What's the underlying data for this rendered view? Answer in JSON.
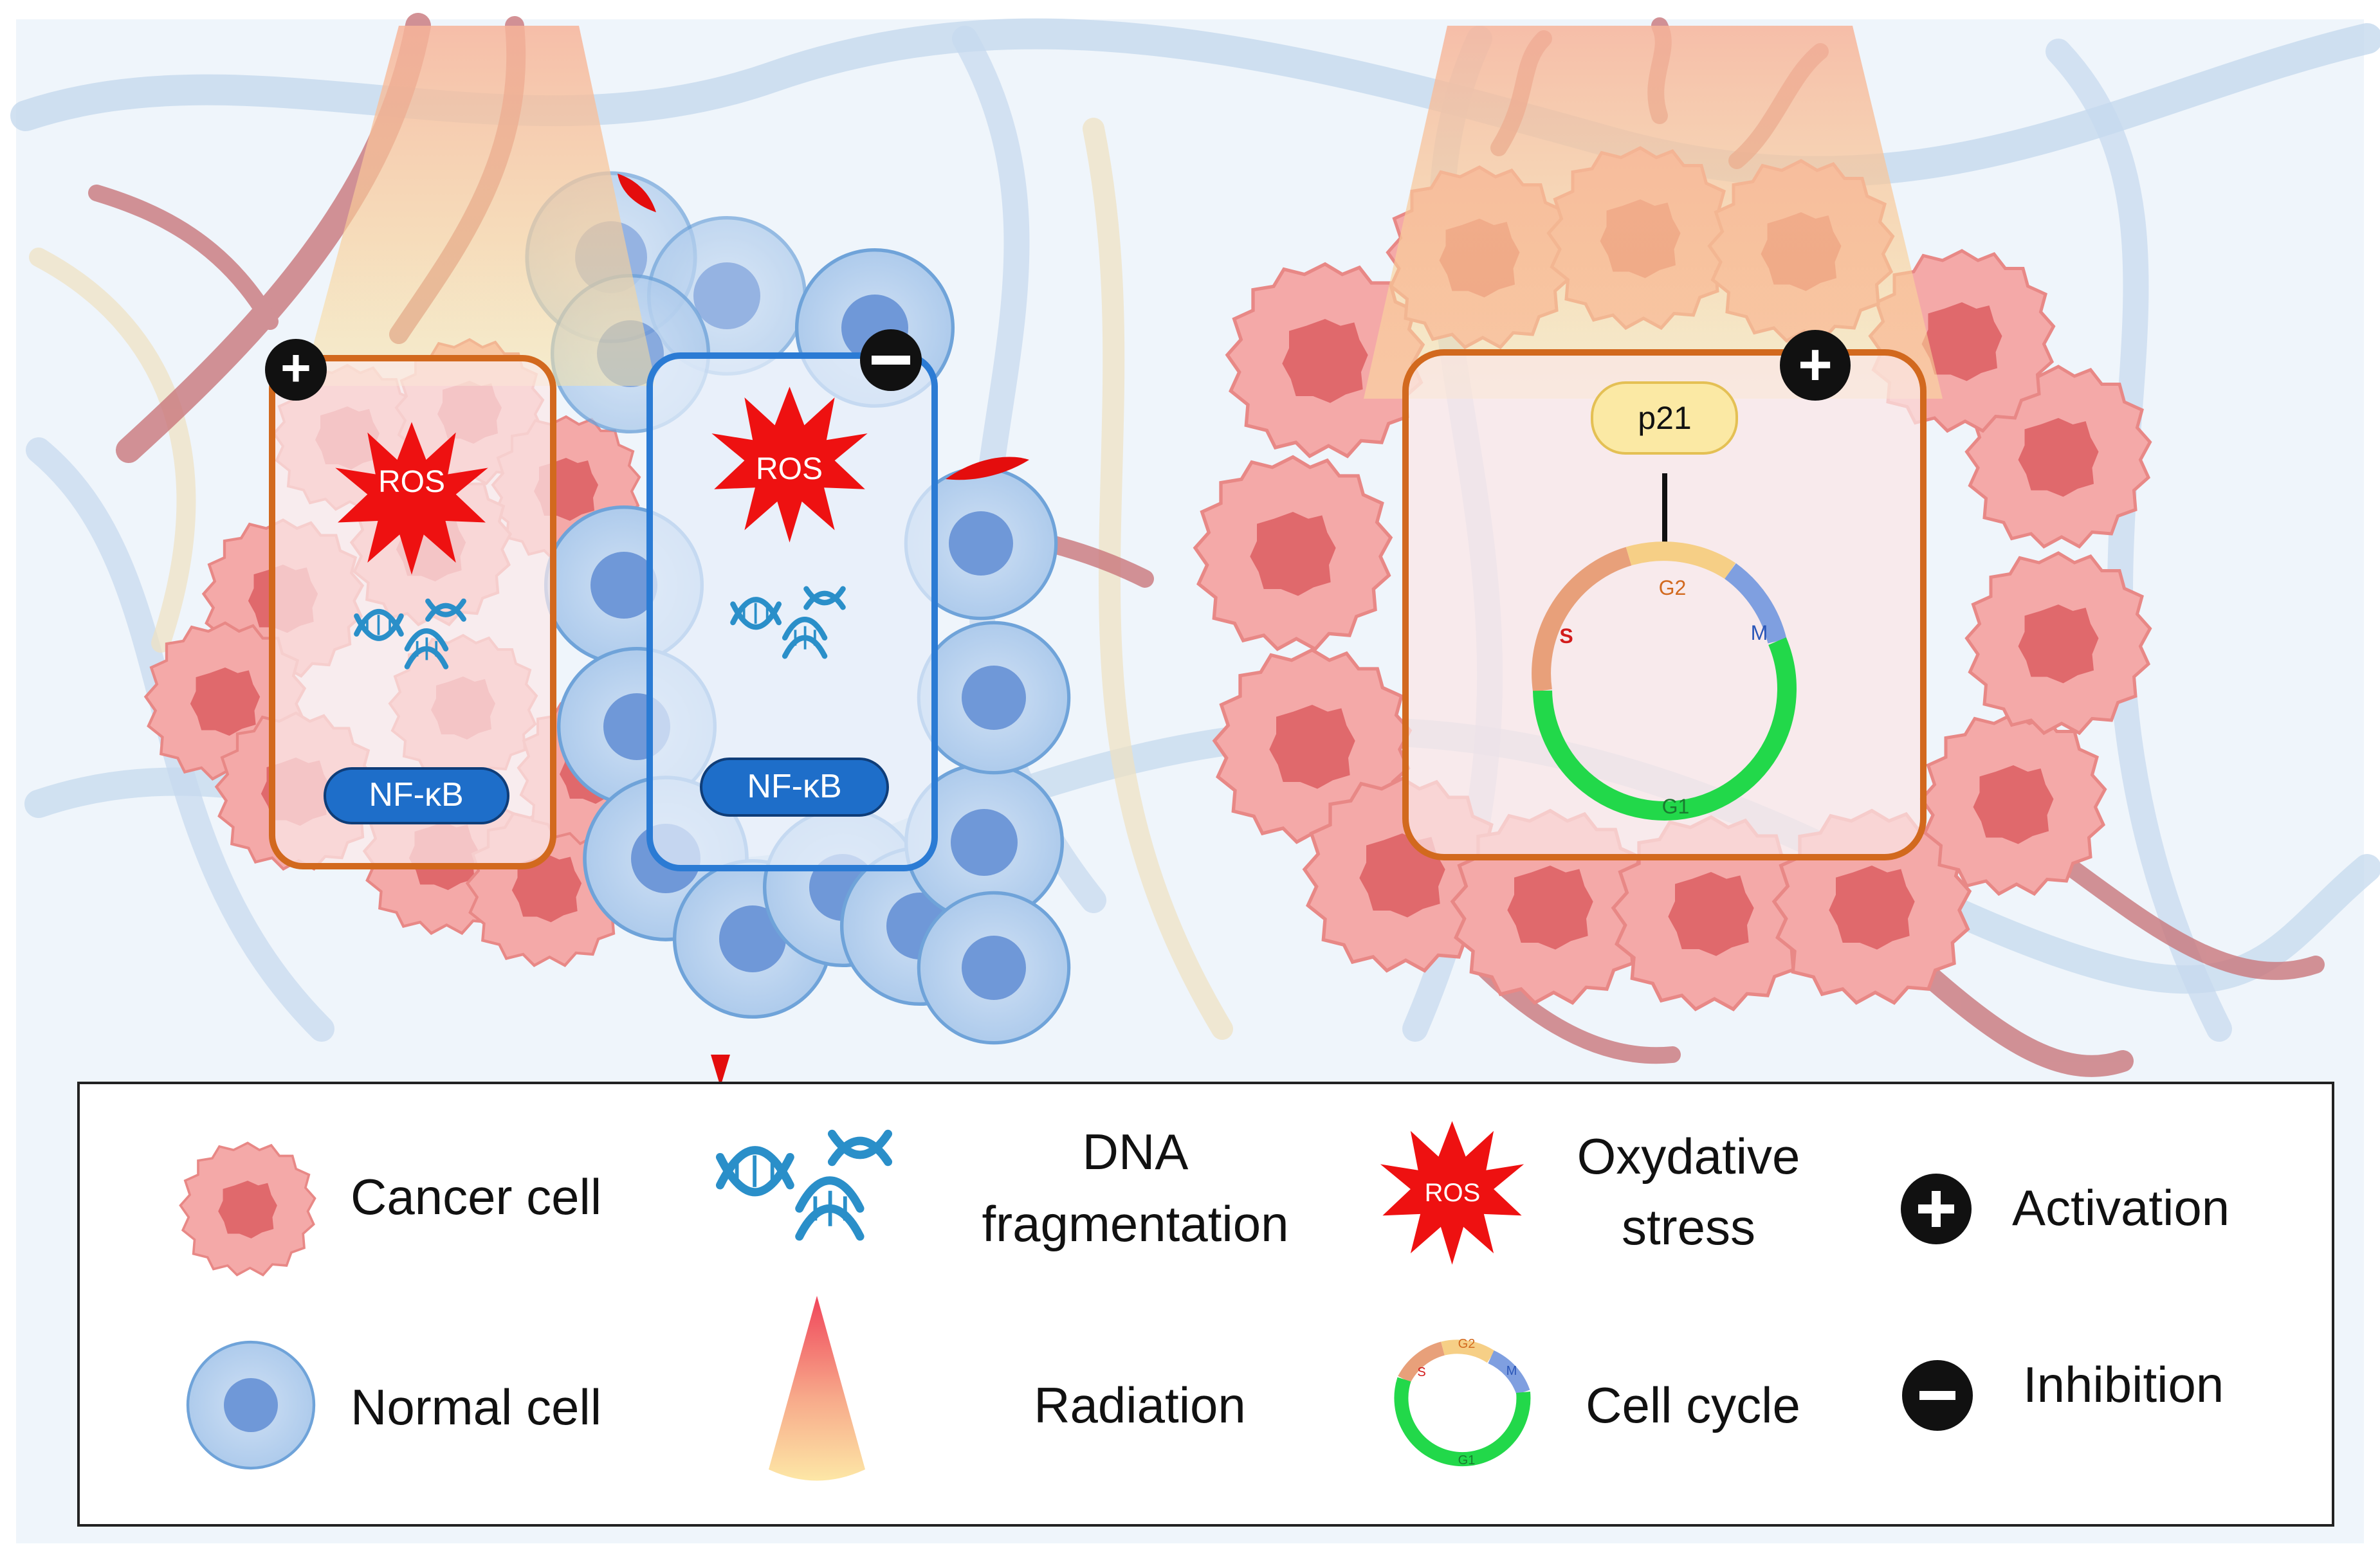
{
  "panel_left": {
    "box_cancer": {
      "sign": "+",
      "ros": "ROS",
      "nfkb": "NF-κB"
    },
    "box_normal": {
      "sign": "−",
      "ros": "ROS",
      "nfkb": "NF-κB"
    }
  },
  "panel_right": {
    "sign": "+",
    "p21": "p21",
    "phases": {
      "s": "S",
      "g2": "G2",
      "m": "M",
      "g1": "G1"
    }
  },
  "legend": {
    "cancer_cell": "Cancer cell",
    "normal_cell": "Normal cell",
    "dna_line1": "DNA",
    "dna_line2": "fragmentation",
    "radiation": "Radiation",
    "ros_icon": "ROS",
    "oxid_line1": "Oxydative",
    "oxid_line2": "stress",
    "cell_cycle": "Cell cycle",
    "cc_phases": {
      "s": "S",
      "g2": "G2",
      "m": "M",
      "g1": "G1"
    },
    "activation": "Activation",
    "inhibition": "Inhibition"
  },
  "colors": {
    "cancer_box_border": "#d2691e",
    "normal_box_border": "#2b7bd4",
    "ros_red": "#ee1111",
    "nfkb_blue": "#1e6ec9",
    "dna_blue": "#2a8fc9",
    "g1_green": "#22d84a",
    "s_phase": "#e8a07a",
    "g2_phase": "#f6cf86",
    "m_phase": "#7f9fe0",
    "p21_fill": "#fbe9a4"
  }
}
